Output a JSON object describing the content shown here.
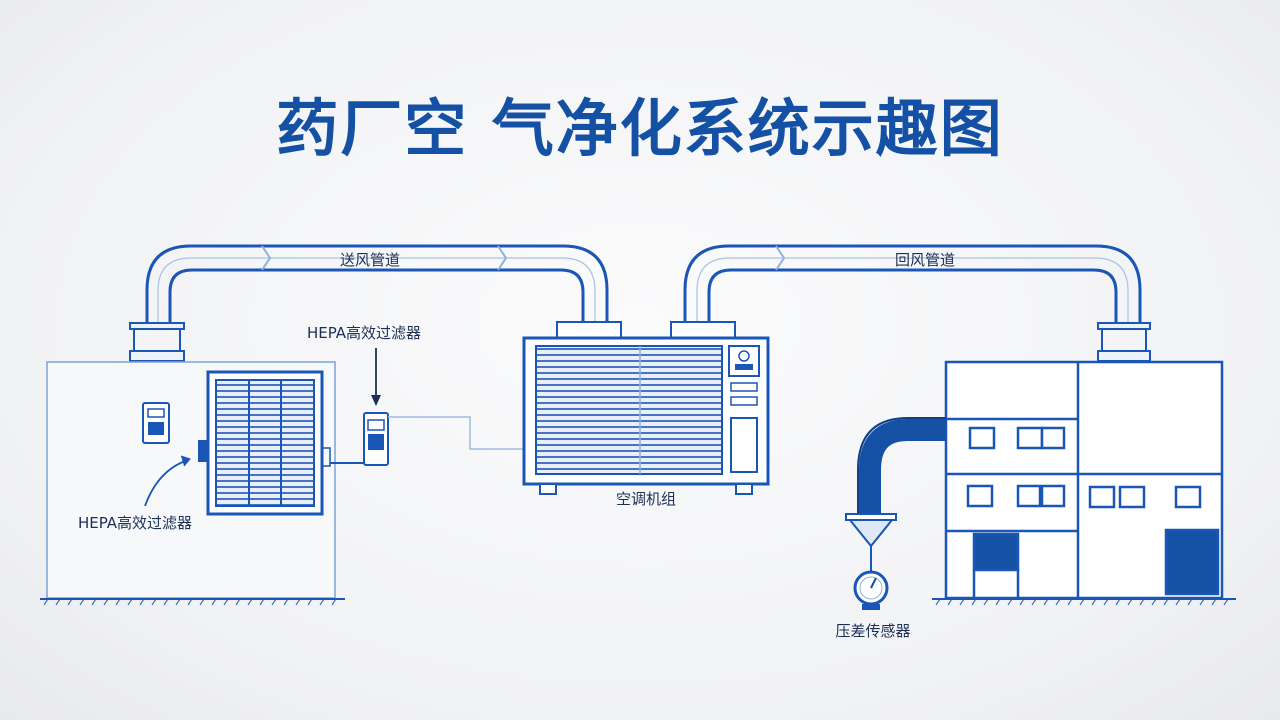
{
  "title": "药厂空 气净化系统示趣图",
  "labels": {
    "supply_duct": "送风管道",
    "return_duct": "回风管道",
    "hepa_top": "HEPA高效过滤器",
    "hepa_left": "HEPA高效过滤器",
    "ahu": "空调机组",
    "pressure_sensor": "压差传感器"
  },
  "colors": {
    "primary": "#1450a3",
    "accent": "#1a56b5",
    "light": "#8fb1dd",
    "text": "#1c2f57"
  }
}
